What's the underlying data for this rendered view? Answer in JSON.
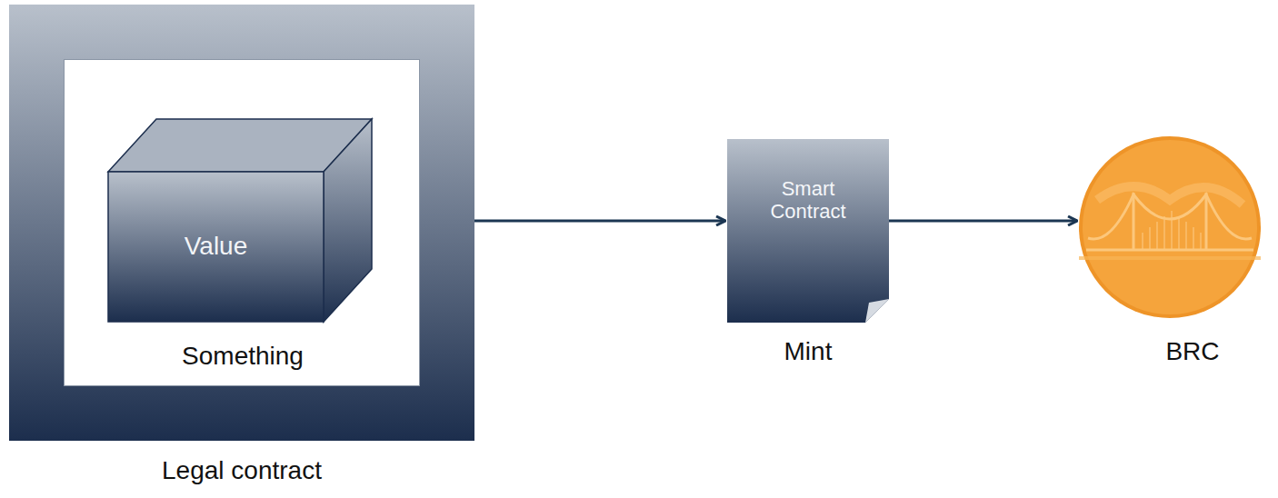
{
  "diagram": {
    "nodes": [
      {
        "text": [
          "Legal contract"
        ]
      },
      {
        "text": [
          "Something"
        ],
        "in": 0
      },
      {
        "text": [
          "Value"
        ],
        "in": 1
      },
      {
        "text": [
          "Smart Contract",
          "Mint"
        ]
      },
      {
        "text": [
          "BRC"
        ]
      }
    ],
    "edges": [
      {
        "from": 0,
        "to": 3,
        "arrow": "to"
      },
      {
        "from": 3,
        "to": 4,
        "arrow": "to"
      }
    ]
  }
}
